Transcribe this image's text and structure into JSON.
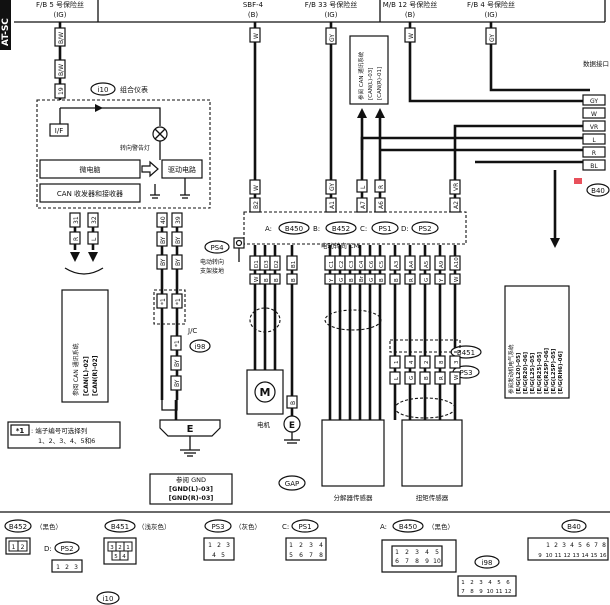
{
  "side_tab": "AT-SC",
  "fuses": [
    {
      "name": "F/B 5 号保险丝",
      "type": "(IG)"
    },
    {
      "name": "SBF-4",
      "type": "(B)"
    },
    {
      "name": "F/B 33 号保险丝",
      "type": "(IG)"
    },
    {
      "name": "M/B 12 号保险丝",
      "type": "(B)"
    },
    {
      "name": "F/B 4 号保险丝",
      "type": "(IG)"
    }
  ],
  "wire_colors": {
    "fuse1": "B/W",
    "fuse2": "W",
    "fuse3": "GY",
    "fuse4": "W",
    "fuse5": "GY",
    "meter_in": "B/W",
    "cm_top": [
      "W",
      "GY",
      "L",
      "R",
      "VR"
    ],
    "meter_out": [
      "R",
      "L",
      "BY",
      "BY"
    ],
    "cm_bottom_left": [
      "W",
      "B",
      "B",
      "B"
    ],
    "cm_bottom_mid": [
      "Y",
      "G",
      "B",
      "Br",
      "G",
      "B"
    ],
    "cm_bottom_right": [
      "B",
      "R",
      "G",
      "Y",
      "W"
    ],
    "sensor_codes": [
      "L",
      "G",
      "B",
      "R",
      "W"
    ],
    "gnd_wires": [
      "BY",
      "BY",
      "BY",
      "BY"
    ],
    "gap_wire": "B",
    "data_link_wires": [
      "GY",
      "W",
      "VR",
      "L",
      "R",
      "BL"
    ]
  },
  "pin_numbers": {
    "meter_in": "19",
    "meter_out": [
      "31",
      "32",
      "40",
      "39"
    ],
    "cm_top": [
      "B2",
      "A1",
      "A7",
      "A6",
      "A2"
    ],
    "cm_bot_left": [
      "D1",
      "D3",
      "D2",
      "B1"
    ],
    "cm_bot_mid": [
      "C1",
      "C2",
      "C3",
      "C4",
      "C6",
      "C5"
    ],
    "cm_bot_right": [
      "A3",
      "A4",
      "A5",
      "A9",
      "A10"
    ],
    "sensor_pins": [
      "1",
      "4",
      "2",
      "8",
      "3"
    ]
  },
  "meter": {
    "code": "i10",
    "title": "组合仪表",
    "if_label": "I/F",
    "warning_lamp": "转向警告灯",
    "cpu": "微电脑",
    "drive": "驱动电路",
    "can": "CAN 收发器和接收器"
  },
  "cm": {
    "label": "电动转向 CM",
    "connectors": [
      {
        "letter": "A:",
        "code": "B450"
      },
      {
        "letter": "B:",
        "code": "B452"
      },
      {
        "letter": "C:",
        "code": "PS1"
      },
      {
        "letter": "D:",
        "code": "PS2"
      }
    ]
  },
  "ps4": {
    "code": "PS4",
    "label1": "电动转向",
    "label2": "支架接地"
  },
  "can_ref_box": {
    "title": "参阅 CAN 通讯系统",
    "lines": [
      "[CAN(L)-03]",
      "[CAN(R)-01]"
    ]
  },
  "can_ref_left": {
    "title": "参阅 CAN 通讯系统",
    "lines": [
      "[CAN(L)-02]",
      "[CAN(R)-02]"
    ]
  },
  "data_link": {
    "label": "数据接口",
    "code": "B40"
  },
  "engine_ref": {
    "title": "参阅发动机电气系统",
    "lines": [
      "[E/G(L20)-05]",
      "[E/G(R20)-06]",
      "[E/G(L25)-05]",
      "[E/G(R25)-05]",
      "[E/G(R25P)-06]",
      "[E/G(L25P)-05]",
      "[E/G(RH6)-06]"
    ]
  },
  "jc": {
    "label": "J/C",
    "code": "i98",
    "mark": "*1"
  },
  "note": {
    "mark": "*1",
    "line1": ": 端子编号可选择列",
    "line2": "1、2、3、4、5和6"
  },
  "ground": {
    "letter": "E",
    "title": "参阅 GND",
    "lines": [
      "[GND(L)-03]",
      "[GND(R)-03]"
    ]
  },
  "motor": {
    "letter": "M",
    "label": "电机"
  },
  "gap": {
    "letter": "E",
    "code": "GAP"
  },
  "resolver": {
    "label": "分解器传感器"
  },
  "torque": {
    "label": "扭矩传感器"
  },
  "b451": {
    "code": "B451"
  },
  "ps3": {
    "code": "PS3"
  },
  "bottom": {
    "b452": {
      "code": "B452",
      "color": "（黑色）",
      "pins": [
        "1",
        "2"
      ]
    },
    "ps2": {
      "prefix": "D:",
      "code": "PS2",
      "pins": [
        "1",
        "2",
        "3"
      ]
    },
    "b451": {
      "code": "B451",
      "color": "（浅灰色）",
      "pins": [
        "3",
        "2",
        "1",
        "5",
        "4"
      ]
    },
    "ps3": {
      "code": "PS3",
      "color": "（灰色）",
      "pins": [
        "1",
        "2",
        "3",
        "4",
        "5"
      ]
    },
    "ps1": {
      "prefix": "C:",
      "code": "PS1",
      "pins": [
        "1",
        "2",
        "3",
        "4",
        "5",
        "6",
        "7",
        "8"
      ]
    },
    "b450": {
      "prefix": "A:",
      "code": "B450",
      "color": "（黑色）",
      "pins": [
        "1",
        "2",
        "3",
        "4",
        "5",
        "6",
        "7",
        "8",
        "9",
        "10"
      ]
    },
    "i98": {
      "code": "i98",
      "pins": [
        "1",
        "2",
        "3",
        "4",
        "5",
        "6",
        "7",
        "8",
        "9",
        "10",
        "11",
        "12"
      ]
    },
    "b40": {
      "code": "B40",
      "pins": [
        "1",
        "2",
        "3",
        "4",
        "5",
        "6",
        "7",
        "8",
        "9",
        "10",
        "11",
        "12",
        "13",
        "14",
        "15",
        "16"
      ]
    },
    "i10": {
      "code": "i10"
    }
  }
}
